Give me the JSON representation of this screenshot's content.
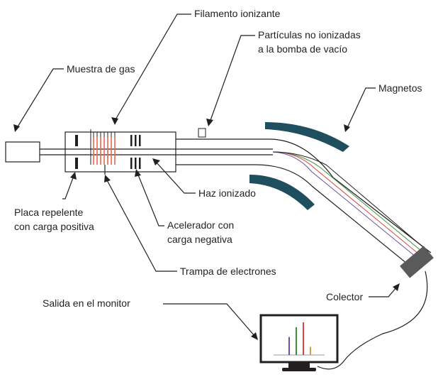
{
  "labels": {
    "filamento": "Filamento ionizante",
    "particulas_1": "Partículas no ionizadas",
    "particulas_2": "a la bomba de vacío",
    "muestra": "Muestra de gas",
    "magnetos": "Magnetos",
    "haz": "Haz ionizado",
    "placa_1": "Placa repelente",
    "placa_2": "con carga positiva",
    "acelerador_1": "Acelerador con",
    "acelerador_2": "carga negativa",
    "trampa": "Trampa de electrones",
    "colector": "Colector",
    "salida": "Salida en el monitor"
  },
  "colors": {
    "ink": "#231f20",
    "magnet": "#1f4e5f",
    "filament": "#e8684a",
    "beam_red": "#d6453f",
    "beam_green": "#3e8f3e",
    "beam_purple": "#6a4fa3",
    "collector": "#5a5a5a",
    "spectrum_red": "#d6453f",
    "spectrum_green": "#3e8f3e",
    "spectrum_purple": "#6a4fa3",
    "spectrum_orange": "#e09a3a"
  },
  "monitor_spectrum": {
    "bars": [
      {
        "color": "purple",
        "value": 0.55
      },
      {
        "color": "green",
        "value": 0.85
      },
      {
        "color": "red",
        "value": 1.0
      },
      {
        "color": "orange",
        "value": 0.25
      }
    ]
  }
}
